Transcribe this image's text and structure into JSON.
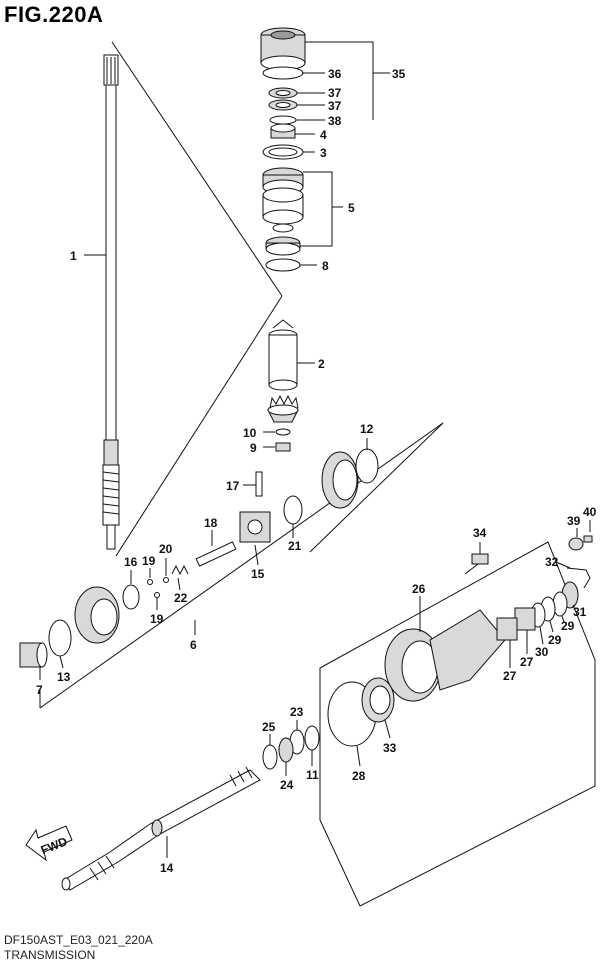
{
  "figure": {
    "title": "FIG.220A",
    "drawing_code": "DF150AST_E03_021_220A",
    "caption": "TRANSMISSION",
    "fwd_label": "FWD"
  },
  "labels": {
    "p1": "1",
    "p2": "2",
    "p3": "3",
    "p4": "4",
    "p5": "5",
    "p6": "6",
    "p7": "7",
    "p8": "8",
    "p9": "9",
    "p10": "10",
    "p11": "11",
    "p12": "12",
    "p13": "13",
    "p14": "14",
    "p15": "15",
    "p16": "16",
    "p17": "17",
    "p18": "18",
    "p19a": "19",
    "p19b": "19",
    "p20": "20",
    "p21": "21",
    "p22": "22",
    "p23": "23",
    "p24": "24",
    "p25": "25",
    "p26": "26",
    "p27a": "27",
    "p27b": "27",
    "p28": "28",
    "p29a": "29",
    "p29b": "29",
    "p30": "30",
    "p31": "31",
    "p32": "32",
    "p33": "33",
    "p34": "34",
    "p35": "35",
    "p36": "36",
    "p37a": "37",
    "p37b": "37",
    "p38": "38",
    "p39": "39",
    "p40": "40"
  }
}
